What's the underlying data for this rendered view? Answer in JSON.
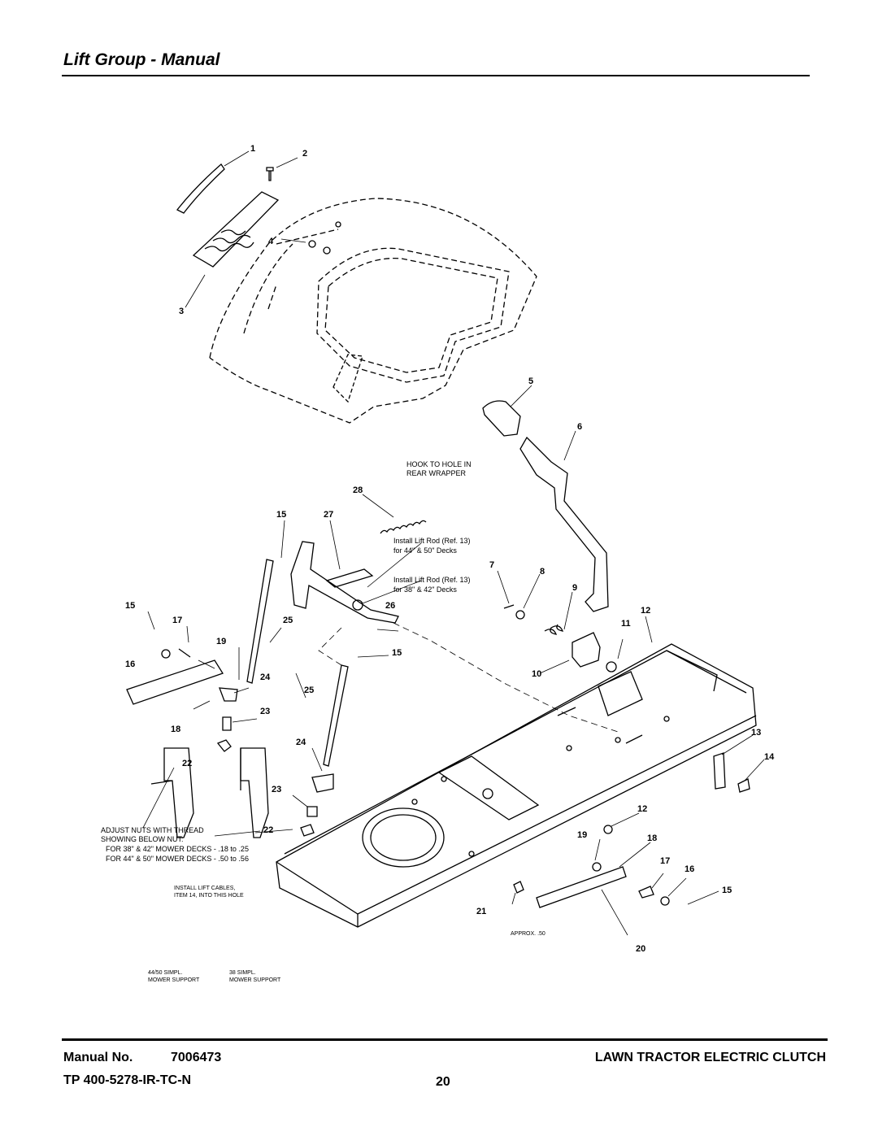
{
  "header": {
    "title": "Lift Group - Manual"
  },
  "diagram": {
    "callouts": [
      "1",
      "2",
      "3",
      "4",
      "5",
      "6",
      "28",
      "15",
      "27",
      "7",
      "8",
      "9",
      "15",
      "17",
      "25",
      "26",
      "19",
      "11",
      "12",
      "16",
      "15",
      "24",
      "10",
      "18",
      "23",
      "25",
      "13",
      "14",
      "22",
      "24",
      "23",
      "12",
      "22",
      "19",
      "18",
      "17",
      "16",
      "15",
      "21",
      "20"
    ],
    "notes": {
      "hook": [
        "HOOK TO HOLE IN",
        "REAR WRAPPER"
      ],
      "install_44_50": [
        "Install Lift Rod (Ref. 13)",
        "for 44\" & 50\" Decks"
      ],
      "install_38_42": [
        "Install Lift Rod (Ref. 13)",
        "for 38\" & 42\" Decks"
      ],
      "adjust": [
        "ADJUST NUTS WITH THREAD",
        "SHOWING BELOW NUT:",
        "FOR 38\" & 42\" MOWER DECKS - .18 to .25",
        "FOR 44\" & 50\" MOWER DECKS - .50 to .56"
      ],
      "install_cables": [
        "INSTALL LIFT CABLES,",
        "ITEM 14, INTO THIS HOLE"
      ],
      "support_4450": [
        "44/50 SIMPL.",
        "MOWER SUPPORT"
      ],
      "support_38": [
        "38 SIMPL.",
        "MOWER SUPPORT"
      ],
      "approx": "APPROX. .50"
    }
  },
  "footer": {
    "manual_label": "Manual No.",
    "manual_number": "7006473",
    "doc_title": "LAWN TRACTOR ELECTRIC CLUTCH",
    "tp_code": "TP 400-5278-IR-TC-N",
    "page_number": "20"
  }
}
